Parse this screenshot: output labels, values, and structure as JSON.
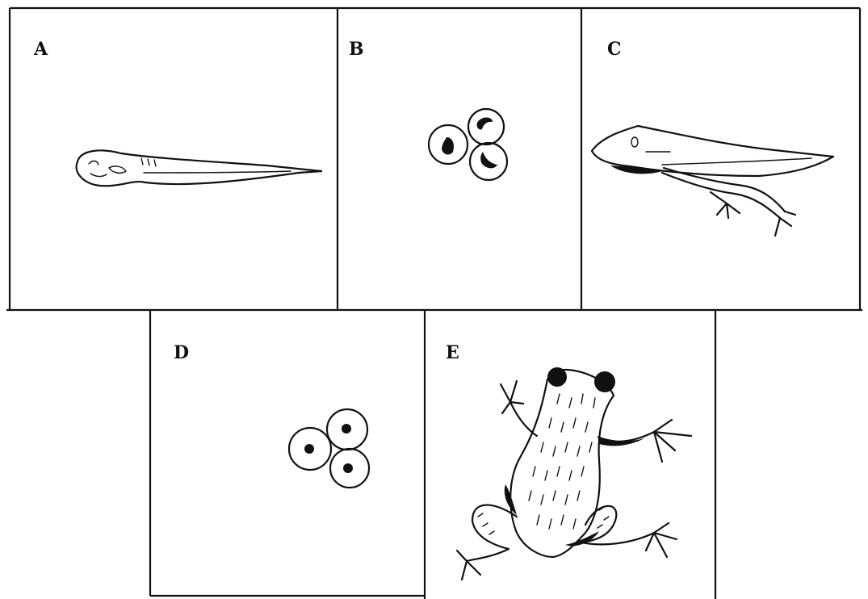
{
  "panels": {
    "a": {
      "label": "A"
    },
    "b": {
      "label": "B"
    },
    "c": {
      "label": "C"
    },
    "d": {
      "label": "D"
    },
    "e": {
      "label": "E"
    }
  }
}
